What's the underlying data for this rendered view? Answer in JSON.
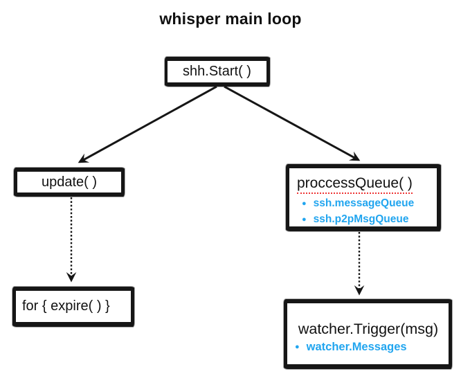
{
  "title": "whisper main loop",
  "icons": {
    "bullet": "●"
  },
  "colors": {
    "ink": "#161616",
    "bullet_blue": "#21a5ef",
    "squiggle_red": "#ee3333",
    "background": "#ffffff"
  },
  "nodes": {
    "start": {
      "label": "shh.Start( )"
    },
    "update": {
      "label": "update( )"
    },
    "process_queue": {
      "label": "proccessQueue( )",
      "bullets": [
        "ssh.messageQueue",
        "ssh.p2pMsgQueue"
      ]
    },
    "for_expire": {
      "label": "for { expire( ) }"
    },
    "watcher": {
      "label": "watcher.Trigger(msg)",
      "bullets": [
        "watcher.Messages"
      ]
    }
  },
  "edges": [
    {
      "from": "shh.Start( )",
      "to": "update( )",
      "style": "solid"
    },
    {
      "from": "shh.Start( )",
      "to": "proccessQueue( )",
      "style": "solid"
    },
    {
      "from": "update( )",
      "to": "for { expire( ) }",
      "style": "dotted"
    },
    {
      "from": "proccessQueue( )",
      "to": "watcher.Trigger(msg)",
      "style": "dotted"
    }
  ]
}
